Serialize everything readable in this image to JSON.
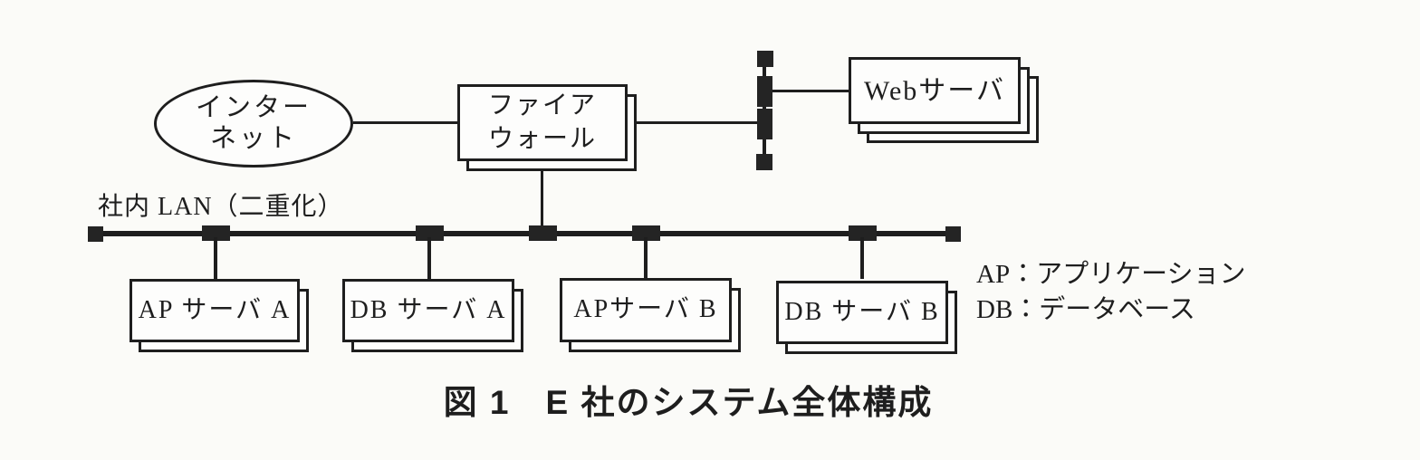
{
  "figure": {
    "caption": "図 1　E 社のシステム全体構成",
    "lan_label": "社内 LAN（二重化）"
  },
  "nodes": {
    "internet": {
      "line1": "インター",
      "line2": "ネット"
    },
    "firewall": {
      "line1": "ファイア",
      "line2": "ウォール"
    },
    "web_server": {
      "label": "Webサーバ"
    },
    "ap_server_a": {
      "label": "AP サーバ A"
    },
    "db_server_a": {
      "label": "DB サーバ A"
    },
    "ap_server_b": {
      "label": "APサーバ B"
    },
    "db_server_b": {
      "label": "DB サーバ B"
    }
  },
  "legend": {
    "ap": "AP：アプリケーション",
    "db": "DB：データベース"
  },
  "colors": {
    "ink": "#1e1e1e",
    "paper": "#fbfbf8",
    "node_fill": "#fdfdfc"
  }
}
